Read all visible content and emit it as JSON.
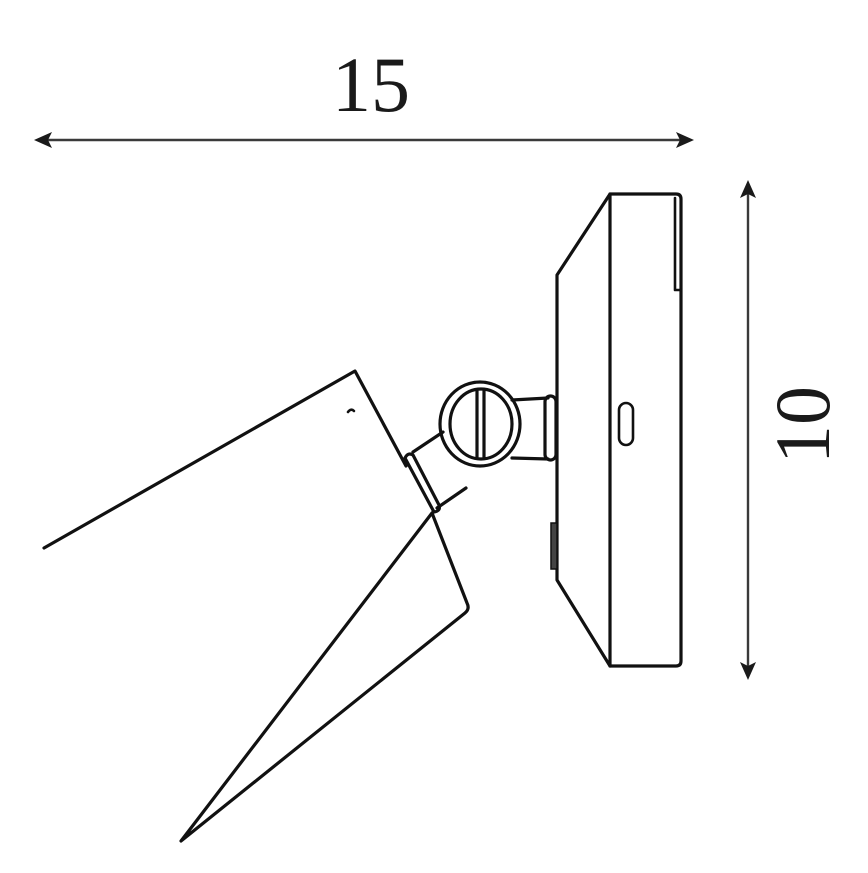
{
  "diagram": {
    "subject": "Wall-mounted spotlight, side view",
    "dimensions": {
      "width": {
        "value": "15",
        "orientation": "horizontal"
      },
      "height": {
        "value": "10",
        "orientation": "vertical"
      }
    },
    "components": [
      {
        "name": "lamp-shade",
        "shape": "tilted quadrilateral"
      },
      {
        "name": "swivel-joint",
        "shape": "circle with slotted screw"
      },
      {
        "name": "arm-connector",
        "shape": "short cylinder"
      },
      {
        "name": "wall-plate",
        "shape": "chamfered rectangular base"
      },
      {
        "name": "plate-slot",
        "shape": "rounded vertical slot"
      }
    ],
    "colors": {
      "line": "#111111",
      "dimension_line": "#3a3a3a",
      "background": "#ffffff"
    }
  }
}
